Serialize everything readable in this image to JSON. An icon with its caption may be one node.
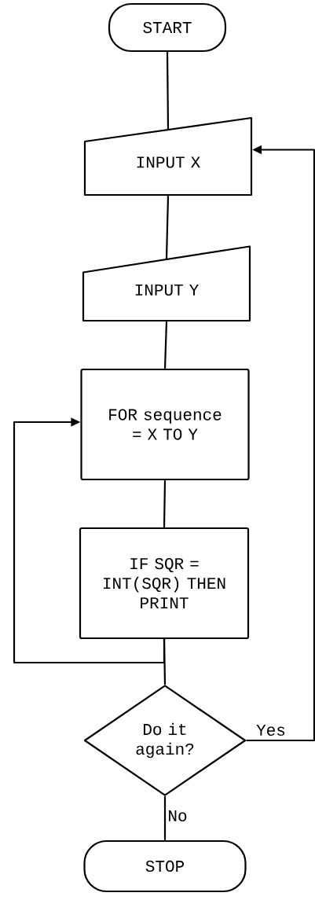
{
  "diagram": {
    "nodes": [
      {
        "text": [
          "START"
        ]
      },
      {
        "text": [
          "INPUT X"
        ]
      },
      {
        "text": [
          "INPUT Y"
        ]
      },
      {
        "text": [
          "FOR sequence = X TO Y"
        ]
      },
      {
        "text": [
          "IF SQR = INT(SQR) THEN PRINT"
        ]
      },
      {
        "text": [
          "Do it again?"
        ]
      },
      {
        "text": [
          "STOP"
        ]
      }
    ],
    "edges": [
      {
        "from": 0,
        "to": 1,
        "arrow": "none"
      },
      {
        "from": 1,
        "to": 2,
        "arrow": "none"
      },
      {
        "from": 2,
        "to": 3,
        "arrow": "none"
      },
      {
        "from": 3,
        "to": 4,
        "arrow": "none"
      },
      {
        "from": 4,
        "to": 5,
        "arrow": "none"
      },
      {
        "from": 4,
        "to": 3,
        "arrow": "to"
      },
      {
        "from": 5,
        "to": 1,
        "arrow": "to",
        "label": "Yes"
      },
      {
        "from": 5,
        "to": 6,
        "arrow": "none",
        "label": "No"
      }
    ]
  }
}
